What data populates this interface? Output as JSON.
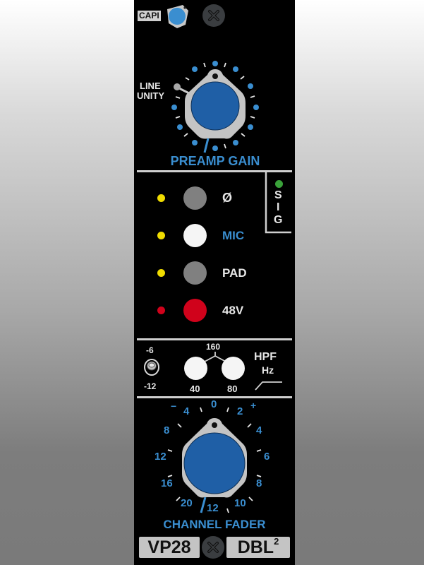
{
  "module": {
    "brand": "CAPI",
    "model": "VP28",
    "variant": "DBL",
    "variant_superscript": "2",
    "panel_color": "#000000",
    "accent_blue": "#3a8ed0",
    "knob_blue": "#1f5fa6"
  },
  "preamp_gain": {
    "title": "PREAMP GAIN",
    "line_label": "LINE",
    "unity_label": "UNITY",
    "dot_count": 13
  },
  "switches": [
    {
      "id": "phase",
      "label": "Ø",
      "label_color": "#e6e6e6",
      "led_color": "#f0dc00",
      "button_color": "#808080",
      "state": "off"
    },
    {
      "id": "mic",
      "label": "MIC",
      "label_color": "#3a8ed0",
      "led_color": "#f0dc00",
      "button_color": "#f5f5f5",
      "state": "on"
    },
    {
      "id": "pad",
      "label": "PAD",
      "label_color": "#e6e6e6",
      "led_color": "#f0dc00",
      "button_color": "#808080",
      "state": "off"
    },
    {
      "id": "phantom",
      "label": "48V",
      "label_color": "#e6e6e6",
      "led_color": "#d0021b",
      "button_color": "#d0021b",
      "state": "off"
    }
  ],
  "signal": {
    "letters": [
      "S",
      "I",
      "G"
    ],
    "led_color": "#3aa23a"
  },
  "hpf": {
    "title": "HPF",
    "unit": "Hz",
    "toggle_top_label": "-6",
    "toggle_bottom_label": "-12",
    "combined_label": "160",
    "left_button_label": "40",
    "right_button_label": "80"
  },
  "channel_fader": {
    "title": "CHANNEL FADER",
    "minus": "−",
    "plus": "+",
    "scale_left": [
      "4",
      "8",
      "12",
      "16",
      "20"
    ],
    "scale_top": "0",
    "scale_right": [
      "2",
      "4",
      "6",
      "8",
      "10"
    ],
    "scale_bottom": "12"
  }
}
